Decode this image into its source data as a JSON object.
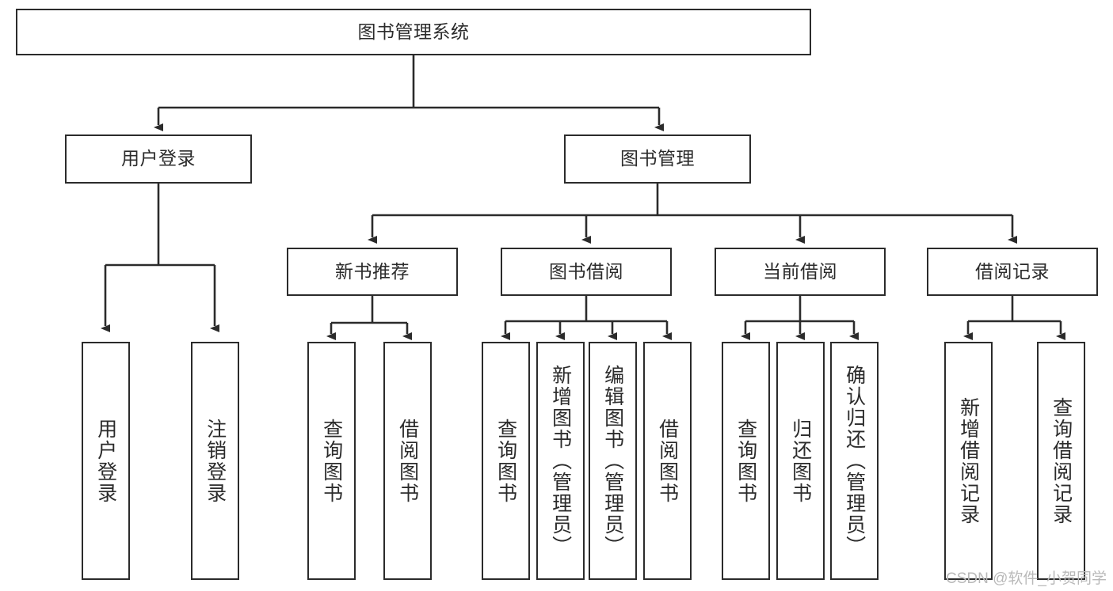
{
  "diagram": {
    "title": "图书管理系统",
    "type": "tree-hierarchy",
    "line_color": "#2b2b2b",
    "box_fill": "#ffffff",
    "text_color": "#2b2b2b",
    "root": {
      "label": "图书管理系统"
    },
    "level2": [
      {
        "label": "用户登录"
      },
      {
        "label": "图书管理"
      }
    ],
    "level3": [
      {
        "label": "新书推荐"
      },
      {
        "label": "图书借阅"
      },
      {
        "label": "当前借阅"
      },
      {
        "label": "借阅记录"
      }
    ],
    "leaves": {
      "user_login": [
        {
          "label": "用户登录"
        },
        {
          "label": "注销登录"
        }
      ],
      "new_book_recommend": [
        {
          "label": "查询图书"
        },
        {
          "label": "借阅图书"
        }
      ],
      "book_borrow": [
        {
          "label": "查询图书"
        },
        {
          "label": "新增图书（管理员）"
        },
        {
          "label": "编辑图书（管理员）"
        },
        {
          "label": "借阅图书"
        }
      ],
      "current_borrow": [
        {
          "label": "查询图书"
        },
        {
          "label": "归还图书"
        },
        {
          "label": "确认归还（管理员）"
        }
      ],
      "borrow_record": [
        {
          "label": "新增借阅记录"
        },
        {
          "label": "查询借阅记录"
        }
      ]
    }
  },
  "watermark": {
    "text": "CSDN @软件_小贺同学"
  }
}
